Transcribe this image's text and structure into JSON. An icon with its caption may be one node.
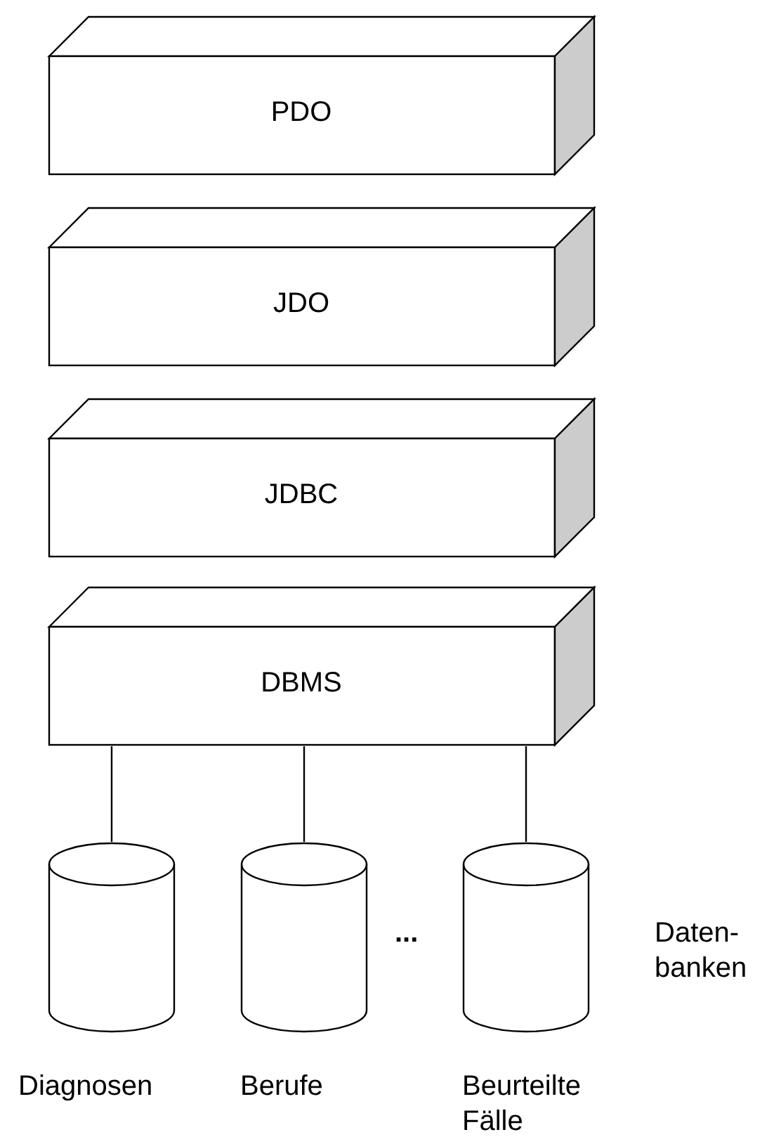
{
  "diagram": {
    "nodes": [
      {
        "text": [
          "PDO"
        ]
      },
      {
        "text": [
          "JDO"
        ]
      },
      {
        "text": [
          "JDBC"
        ]
      },
      {
        "text": [
          "DBMS"
        ]
      },
      {
        "text": [
          "Diagnosen"
        ]
      },
      {
        "text": [
          "Berufe"
        ]
      },
      {
        "text": [
          "Beurteilte Fälle"
        ]
      }
    ],
    "edges": [
      {
        "from": 3,
        "to": 4,
        "arrow": "none"
      },
      {
        "from": 3,
        "to": 5,
        "arrow": "none"
      },
      {
        "from": 3,
        "to": 6,
        "arrow": "none"
      }
    ],
    "labels": [
      "...",
      "Daten- banken"
    ]
  }
}
